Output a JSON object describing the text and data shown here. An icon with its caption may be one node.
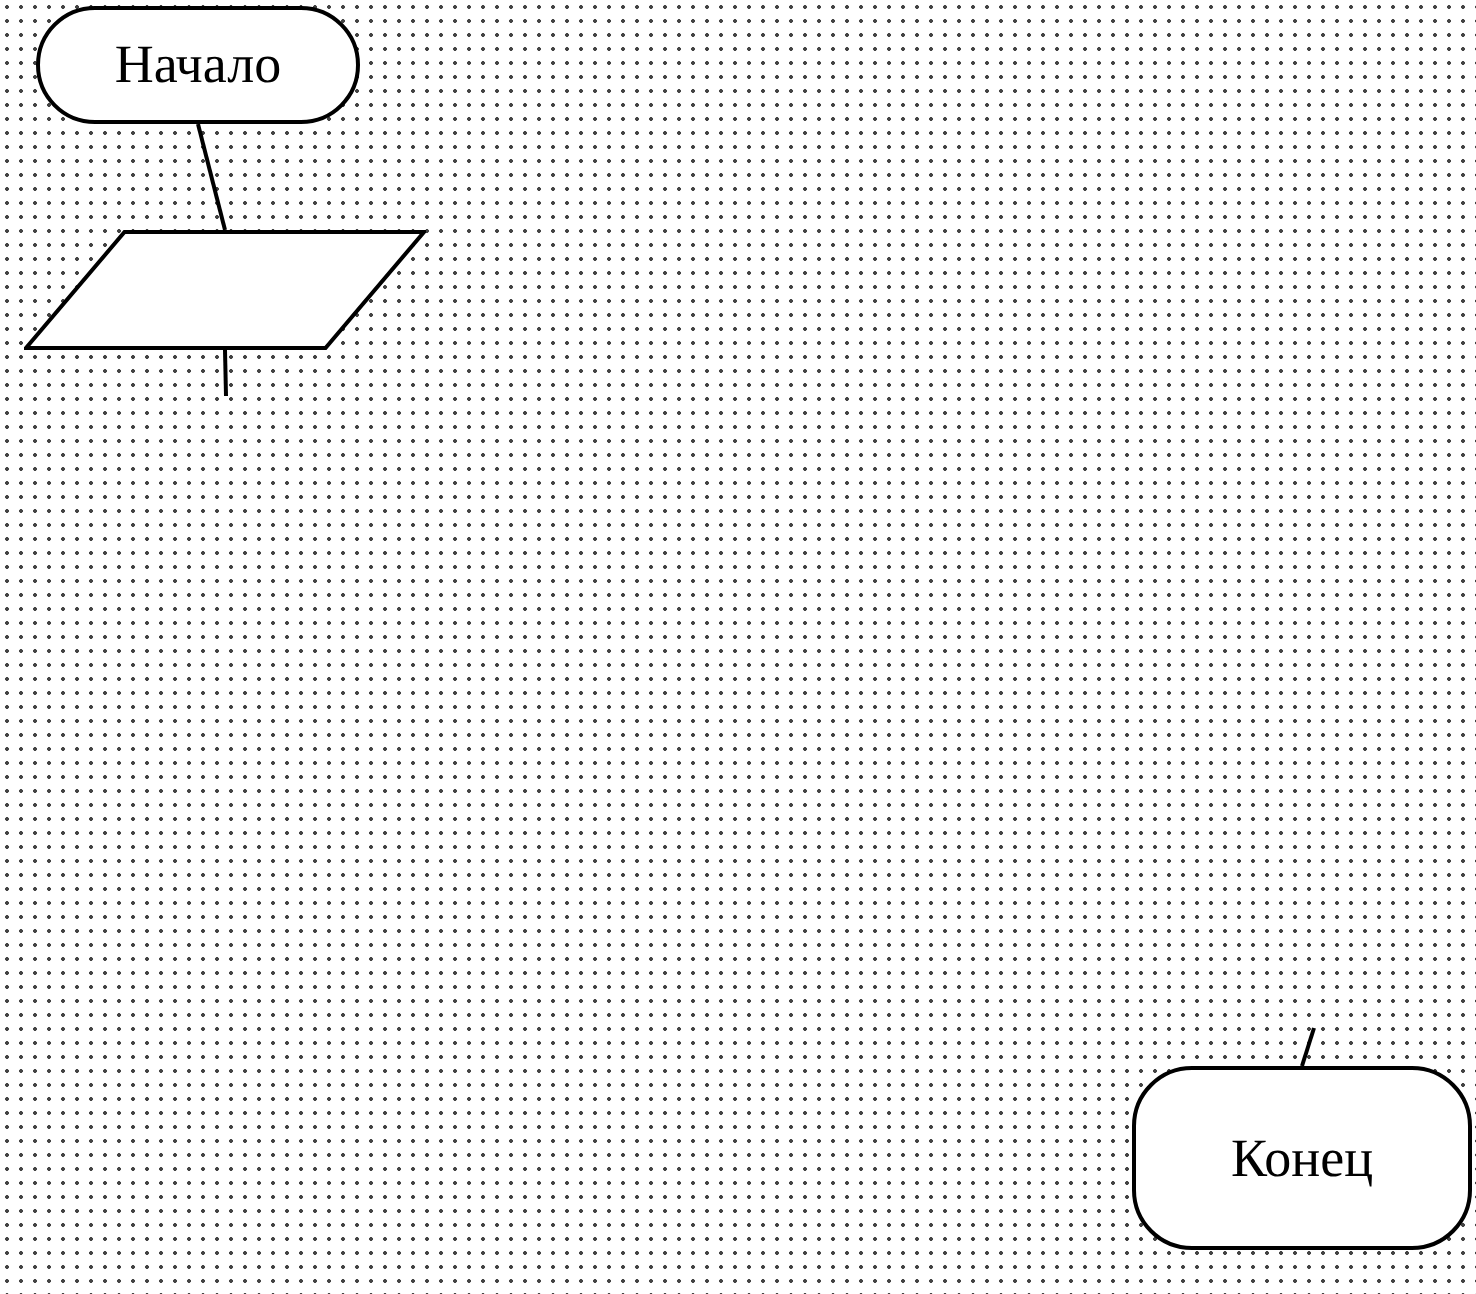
{
  "diagram": {
    "nodes": [
      {
        "text": [
          "Начало"
        ]
      },
      {
        "text": [],
        "shape": "parallelogram"
      },
      {
        "text": [
          "Конец"
        ]
      }
    ],
    "edges": [
      {
        "from": 0,
        "to": 1,
        "arrow": "none"
      },
      {
        "from": 1,
        "to": null,
        "arrow": "none"
      },
      {
        "from": null,
        "to": 2,
        "arrow": "none"
      }
    ]
  }
}
